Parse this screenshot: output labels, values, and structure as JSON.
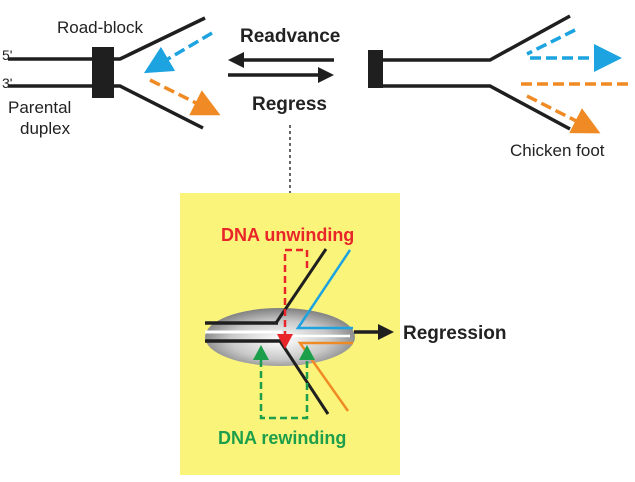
{
  "labels": {
    "road_block": "Road-block",
    "five_prime": "5'",
    "three_prime": "3'",
    "parental_line1": "Parental",
    "parental_line2": "duplex",
    "readvance": "Readvance",
    "regress": "Regress",
    "chicken_foot": "Chicken foot",
    "dna_unwinding": "DNA unwinding",
    "dna_rewinding": "DNA rewinding",
    "regression": "Regression"
  },
  "colors": {
    "strand": "#1f1f1f",
    "blue_strand": "#1ca3e0",
    "orange_strand": "#f08a24",
    "unwinding_red": "#e8262a",
    "rewinding_green": "#1d9e4b",
    "inset_yellow": "#fbf47a",
    "helicase_gray": "#9a9a9a"
  }
}
